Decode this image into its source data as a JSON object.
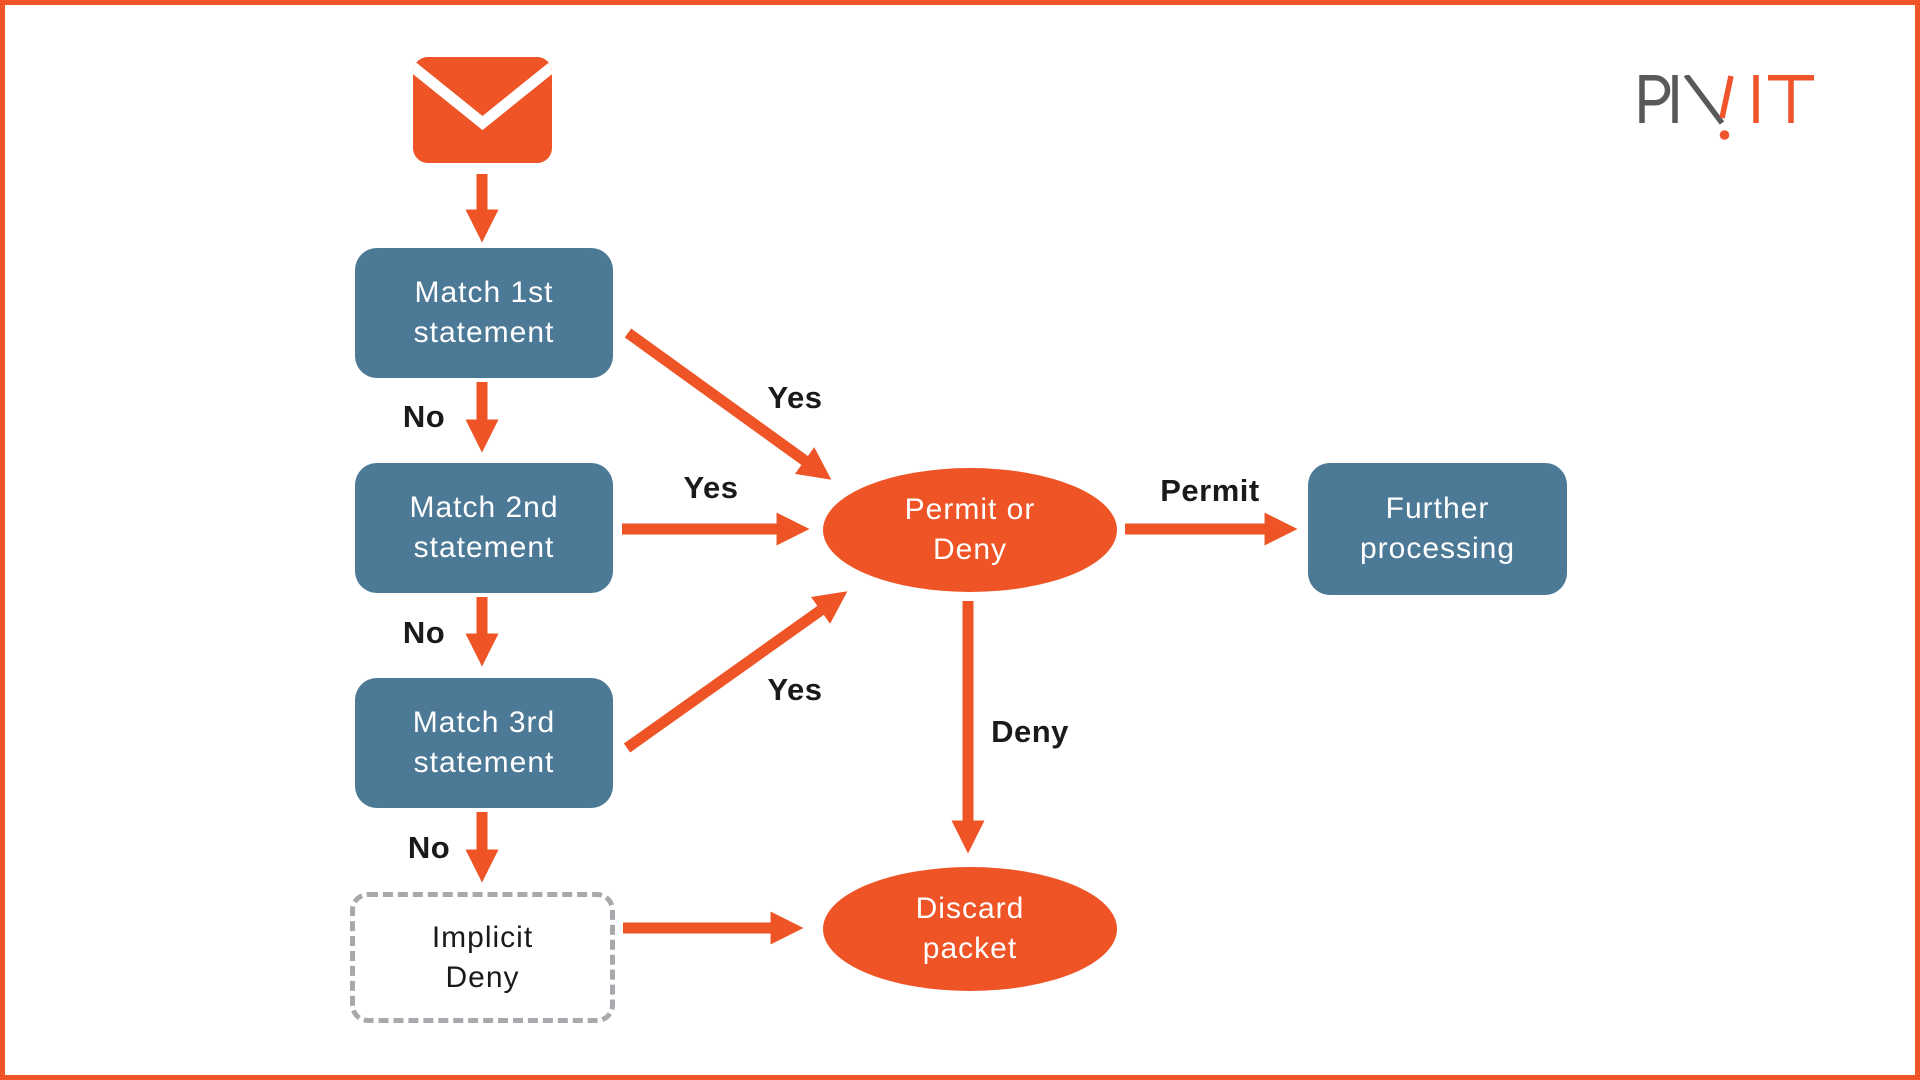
{
  "page": {
    "background": "#FFFFFF",
    "border_color": "#EE5426"
  },
  "brand": {
    "logo_text": "PIVIT",
    "logo_gray_part": "PIV",
    "logo_orange_part": "IT",
    "gray_hex": "#58595B",
    "orange_hex": "#F0542B"
  },
  "colors": {
    "orange": "#EE5426",
    "slate_blue": "#4C7996",
    "dashed_gray": "#A7A9AC",
    "label_black": "#1A1A1A",
    "node_text_white": "#FFFFFF"
  },
  "icons": {
    "packet": "envelope-icon"
  },
  "nodes": {
    "match1": {
      "label": "Match 1st\nstatement"
    },
    "match2": {
      "label": "Match 2nd\nstatement"
    },
    "match3": {
      "label": "Match 3rd\nstatement"
    },
    "implicit_deny": {
      "label": "Implicit\nDeny"
    },
    "permit_or_deny": {
      "label": "Permit or\nDeny"
    },
    "further_processing": {
      "label": "Further\nprocessing"
    },
    "discard_packet": {
      "label": "Discard\npacket"
    }
  },
  "edge_labels": {
    "no_1": "No",
    "no_2": "No",
    "no_3": "No",
    "yes_1": "Yes",
    "yes_2": "Yes",
    "yes_3": "Yes",
    "permit": "Permit",
    "deny": "Deny"
  }
}
